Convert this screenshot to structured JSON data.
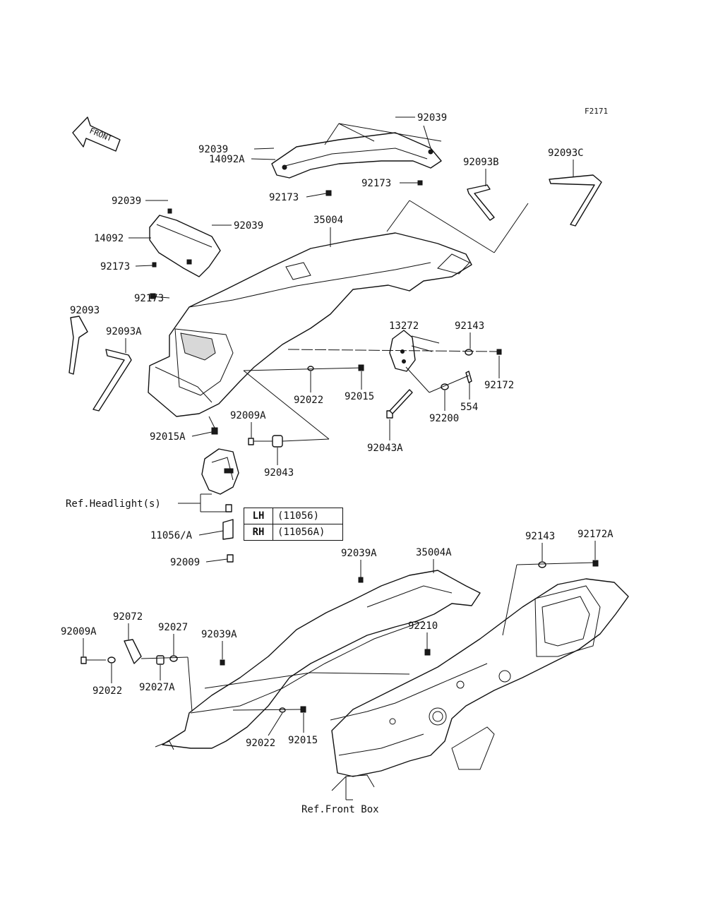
{
  "figure_code": "F2171",
  "front_marker": "FRONT",
  "labels": {
    "p92039_top": "92039",
    "p92039_a": "92039",
    "p14092A": "14092A",
    "p92173_a": "92173",
    "p92173_b": "92173",
    "p92093B": "92093B",
    "p92093C": "92093C",
    "p92039_b": "92039",
    "p92039_c": "92039",
    "p35004": "35004",
    "p14092": "14092",
    "p92173_c": "92173",
    "p92173_d": "92173",
    "p92093": "92093",
    "p92093A": "92093A",
    "p13272": "13272",
    "p92143_a": "92143",
    "p92172": "92172",
    "p92022_a": "92022",
    "p92015_a": "92015",
    "p554": "554",
    "p92200": "92200",
    "p92043A": "92043A",
    "p92015A": "92015A",
    "p92009A_a": "92009A",
    "p92043": "92043",
    "ref_headlight": "Ref.Headlight(s)",
    "p11056A": "11056/A",
    "p92009": "92009",
    "p92039A_a": "92039A",
    "p35004A": "35004A",
    "p92143_b": "92143",
    "p92172A": "92172A",
    "p92009A_b": "92009A",
    "p92072": "92072",
    "p92027": "92027",
    "p92039A_b": "92039A",
    "p92210": "92210",
    "p92022_b": "92022",
    "p92027A": "92027A",
    "p92022_c": "92022",
    "p92015_b": "92015",
    "ref_front_box": "Ref.Front Box"
  },
  "side_table": [
    {
      "side": "LH",
      "code": "(11056)"
    },
    {
      "side": "RH",
      "code": "(11056A)"
    }
  ]
}
